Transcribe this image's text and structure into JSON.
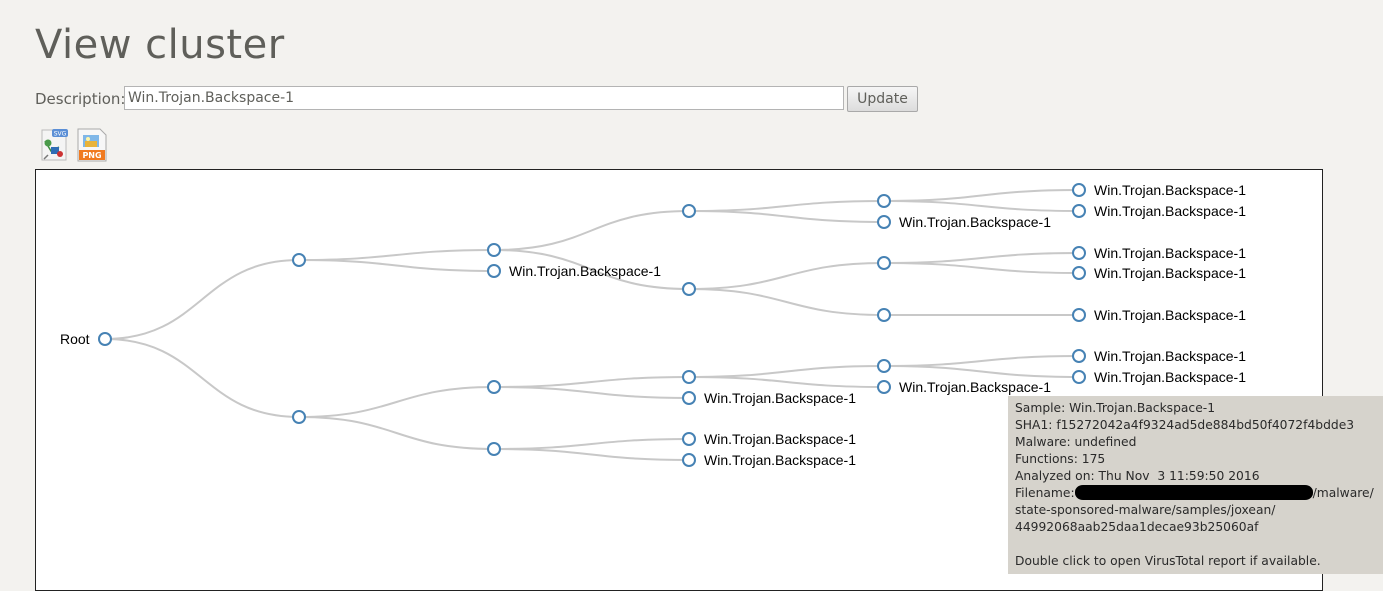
{
  "page": {
    "title": "View cluster"
  },
  "description": {
    "label": "Description:",
    "value": "Win.Trojan.Backspace-1",
    "button": "Update"
  },
  "exports": [
    {
      "name": "svg-export-icon",
      "badge": "SVG"
    },
    {
      "name": "png-export-icon",
      "badge": "PNG"
    }
  ],
  "tree": {
    "root": "Root",
    "leaf_label": "Win.Trojan.Backspace-1"
  },
  "tooltip": {
    "sample": "Sample: Win.Trojan.Backspace-1",
    "sha1": "SHA1: f15272042a4f9324ad5de884bd50f4072f4bdde3",
    "malware": "Malware: undefined",
    "functions": "Functions: 175",
    "analyzed": "Analyzed on: Thu Nov  3 11:59:50 2016",
    "filename_label": "Filename:",
    "filename_tail": "/malware/",
    "filename_line2": "state-sponsored-malware/samples/joxean/",
    "filename_line3": "44992068aab25daa1decae93b25060af",
    "hint": "Double click to open VirusTotal report if available."
  },
  "colors": {
    "node_stroke": "#4682b4",
    "link": "#c8c8c8",
    "tooltip_bg": "#d6d3cc"
  }
}
